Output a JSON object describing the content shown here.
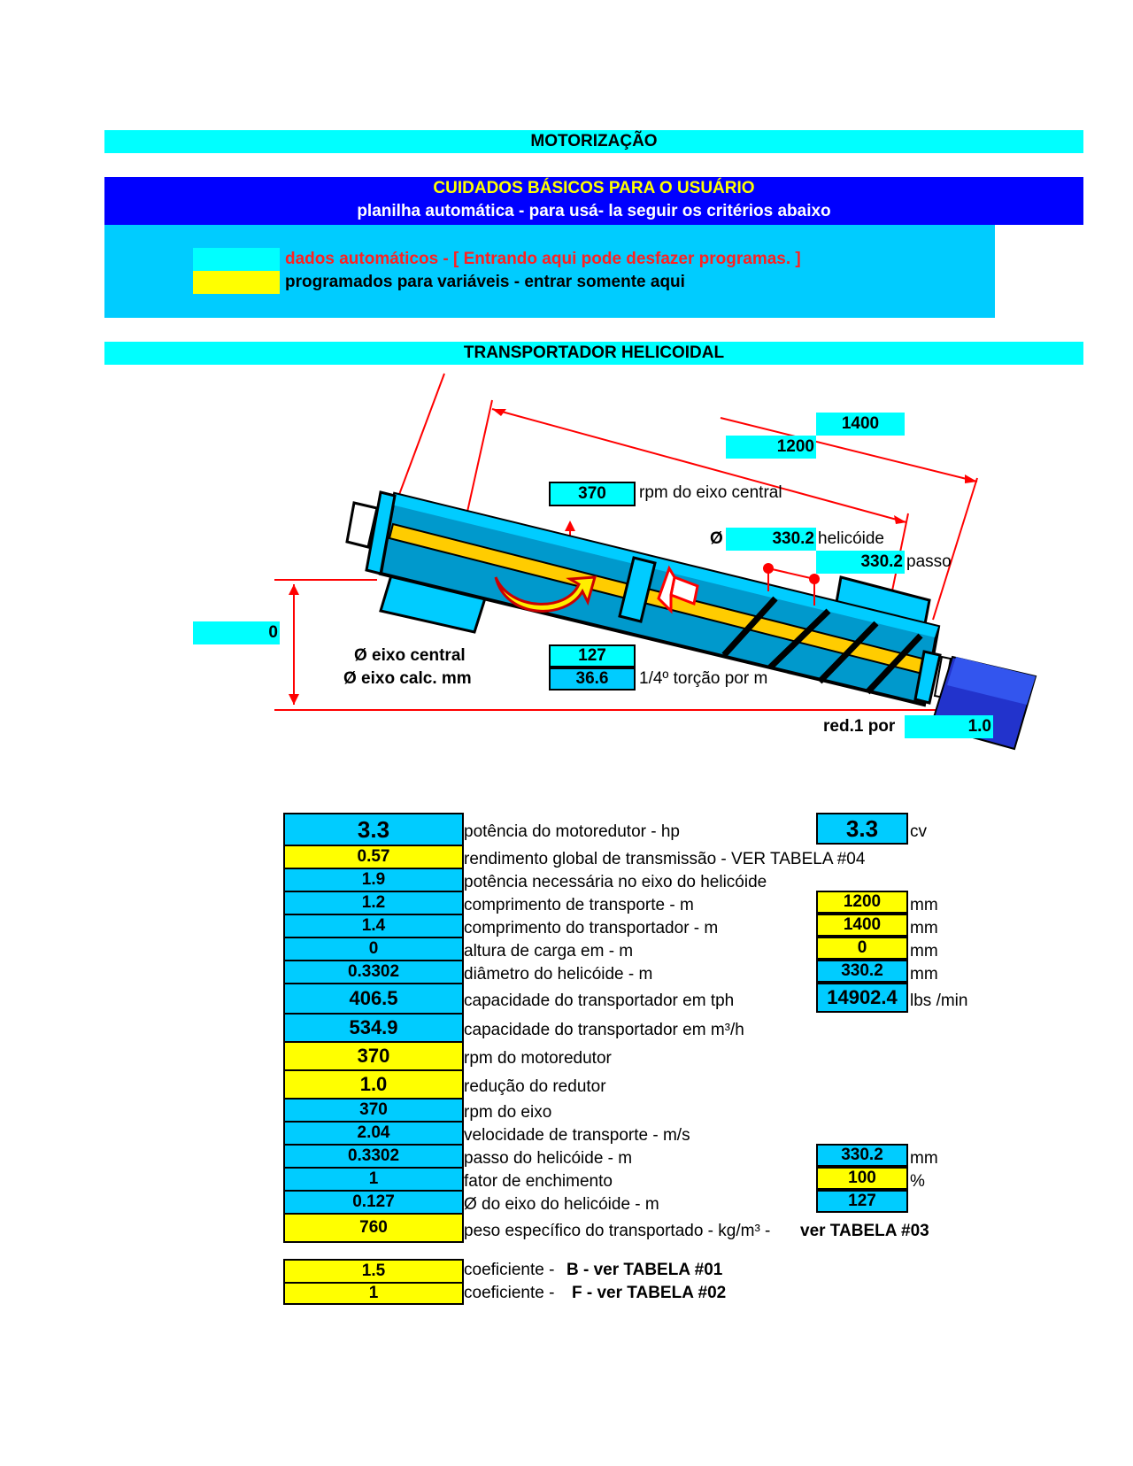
{
  "title_band": "MOTORIZAÇÃO",
  "notice": {
    "title": "CUIDADOS BÁSICOS PARA O  USUÁRIO",
    "subtitle": "planilha automática - para usá- la  seguir  os critérios abaixo",
    "legend_auto": "dados automáticos - [ Entrando aqui pode desfazer programas. ]",
    "legend_input": "programados para variáveis - entrar somente aqui"
  },
  "section_title": "TRANSPORTADOR HELICOIDAL",
  "diagram": {
    "len_total": "1400",
    "len_transport": "1200",
    "rpm_value": "370",
    "rpm_label": "rpm do eixo central",
    "diam_symbol": "Ø",
    "diam_value": "330.2",
    "diam_label": "helicóide",
    "passo_value": "330.2",
    "passo_label": "passo",
    "height_value": "0",
    "shaft_label": "Ø eixo central",
    "shaft_value": "127",
    "shaft_calc_label": "Ø eixo calc. mm",
    "shaft_calc_value": "36.6",
    "torsion_label": "1/4º torção por m",
    "red_label": "red.1 por",
    "red_value": "1.0"
  },
  "rows": [
    {
      "value": "3.3",
      "desc": "potência do motoredutor - hp",
      "right": "3.3",
      "unit": "cv"
    },
    {
      "value": "0.57",
      "desc": "rendimento global de transmissão - VER TABELA #04"
    },
    {
      "value": "1.9",
      "desc": "potência necessária no eixo do helicóide"
    },
    {
      "value": "1.2",
      "desc": "comprimento de transporte - m",
      "right": "1200",
      "unit": "mm"
    },
    {
      "value": "1.4",
      "desc": "comprimento do transportador - m",
      "right": "1400",
      "unit": "mm"
    },
    {
      "value": "0",
      "desc": "altura de carga em - m",
      "right": "0",
      "unit": "mm"
    },
    {
      "value": "0.3302",
      "desc": "diâmetro do helicóide - m",
      "right": "330.2",
      "unit": "mm"
    },
    {
      "value": "406.5",
      "desc": "capacidade do transportador em tph",
      "right": "14902.4",
      "unit": "lbs /min"
    },
    {
      "value": "534.9",
      "desc": "capacidade do transportador em m³/h"
    },
    {
      "value": "370",
      "desc": "rpm do motoredutor"
    },
    {
      "value": "1.0",
      "desc": "redução do redutor"
    },
    {
      "value": "370",
      "desc": "rpm do eixo"
    },
    {
      "value": "2.04",
      "desc": "velocidade de transporte - m/s"
    },
    {
      "value": "0.3302",
      "desc": "passo do helicóide - m",
      "right": "330.2",
      "unit": "mm"
    },
    {
      "value": "1",
      "desc": "fator de enchimento",
      "right": "100",
      "unit": "%"
    },
    {
      "value": "0.127",
      "desc": "Ø do eixo do helicóide - m",
      "right": "127"
    },
    {
      "value": "760",
      "desc": "peso específico do transportado - kg/m³ -",
      "desc_bold": "ver TABELA #03"
    }
  ],
  "coef_rows": [
    {
      "value": "1.5",
      "desc": "coeficiente -",
      "desc_bold": "B - ver TABELA #01"
    },
    {
      "value": "1",
      "desc": "coeficiente - ",
      "desc_bold": "F - ver TABELA #02"
    }
  ],
  "colors": {
    "cyan": "#00ffff",
    "sky": "#00ccff",
    "yellow": "#ffff00",
    "blue": "#0000ff",
    "red": "#ff0000"
  }
}
